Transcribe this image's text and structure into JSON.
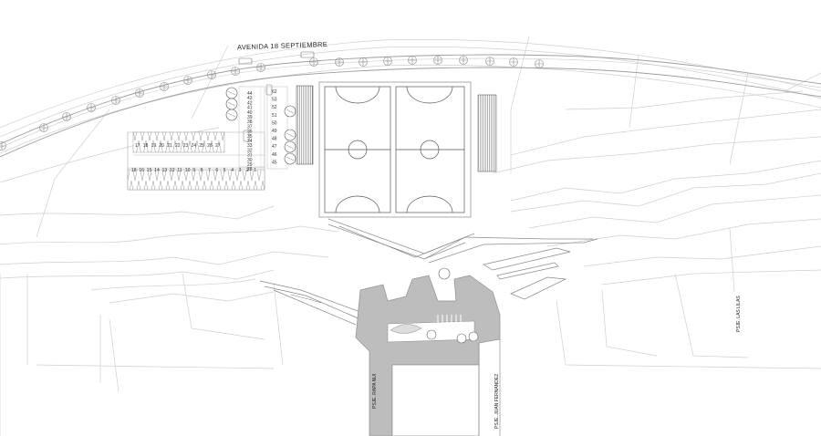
{
  "streets": {
    "avenue": "AVENIDA 18 SEPTIEMBRE",
    "rapa_nui": "PSJE. RAPA NUI",
    "juan_fernandez": "PSJE. JUAN FERNANDEZ",
    "las_lilas": "PSJE. LAS LILAS"
  },
  "parking": {
    "row_top": [
      "17",
      "18",
      "19",
      "20",
      "21",
      "22",
      "23",
      "24",
      "25",
      "26",
      "27"
    ],
    "row_bottom": [
      "18",
      "16",
      "15",
      "14",
      "13",
      "12",
      "11",
      "10",
      "9",
      "8",
      "7",
      "6",
      "5",
      "4",
      "3",
      "2",
      "1"
    ],
    "col_left": [
      "44",
      "43",
      "42",
      "41",
      "40",
      "39",
      "38",
      "37",
      "36",
      "35",
      "34",
      "33",
      "32",
      "31",
      "30",
      "29",
      "28"
    ],
    "col_right": [
      "62",
      "53",
      "52",
      "51",
      "50",
      "49",
      "48",
      "47",
      "46",
      "45"
    ]
  },
  "colors": {
    "line": "#c8c8c8",
    "dark_line": "#9a9a9a",
    "plaza": "#b9b9b9",
    "hatch": "#555555"
  }
}
